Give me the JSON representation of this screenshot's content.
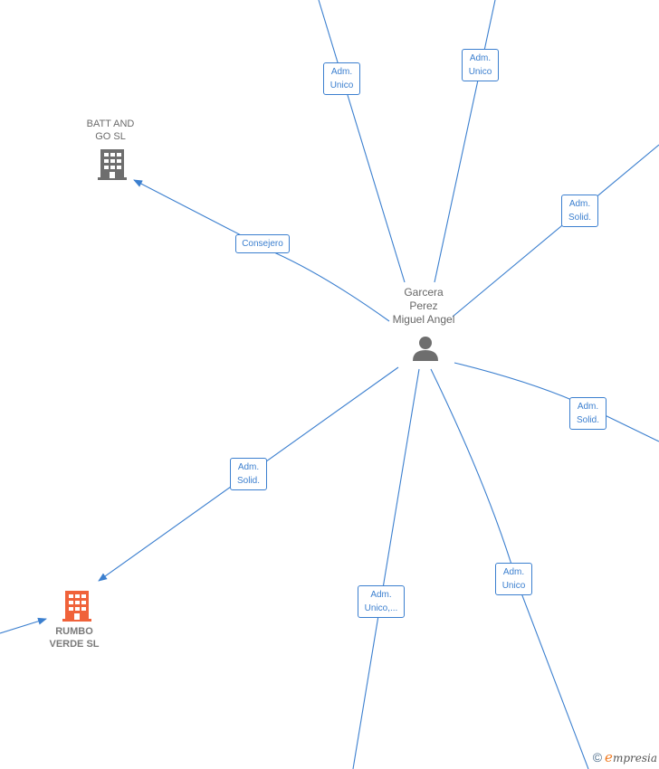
{
  "nodes": {
    "person": {
      "label": "Garcera\nPerez\nMiguel Angel",
      "icon": "person-icon"
    },
    "batt": {
      "label": "BATT AND\nGO  SL",
      "icon": "building-icon",
      "color": "#6e6e6e"
    },
    "rumbo": {
      "label": "RUMBO\nVERDE  SL",
      "icon": "building-icon",
      "color": "#f0623a"
    }
  },
  "edges": {
    "consejero": "Consejero",
    "adm_unico_top_left": "Adm.\nUnico",
    "adm_unico_top_right": "Adm.\nUnico",
    "adm_solid_right_top": "Adm.\nSolid.",
    "adm_solid_right": "Adm.\nSolid.",
    "adm_solid_left": "Adm.\nSolid.",
    "adm_unico_bottom_left": "Adm.\nUnico,...",
    "adm_unico_bottom_right": "Adm.\nUnico"
  },
  "colors": {
    "edge": "#3b7fcf",
    "accent": "#f07a20"
  },
  "footer": {
    "copyright": "©",
    "brand_initial": "e",
    "brand_rest": "mpresia"
  }
}
